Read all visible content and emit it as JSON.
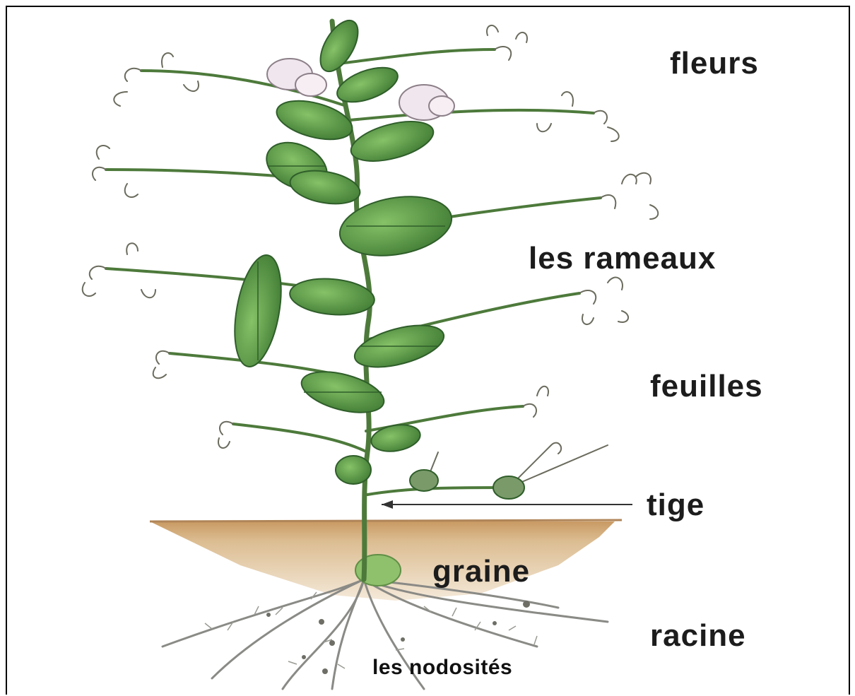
{
  "diagram": {
    "labels": {
      "fleurs": "fleurs",
      "rameaux": "les rameaux",
      "feuilles": "feuilles",
      "tige": "tige",
      "graine": "graine",
      "racine": "racine",
      "nodosites": "les nodosités"
    },
    "colors": {
      "leaf": "#5c9b45",
      "leaf_dark": "#2f5e2a",
      "stem": "#4d7a3b",
      "soil": "#d9b98c",
      "root": "#8a8a86",
      "tendril": "#6b6b5e",
      "flower": "#f0e6ee",
      "seed": "#8fc06c"
    }
  }
}
